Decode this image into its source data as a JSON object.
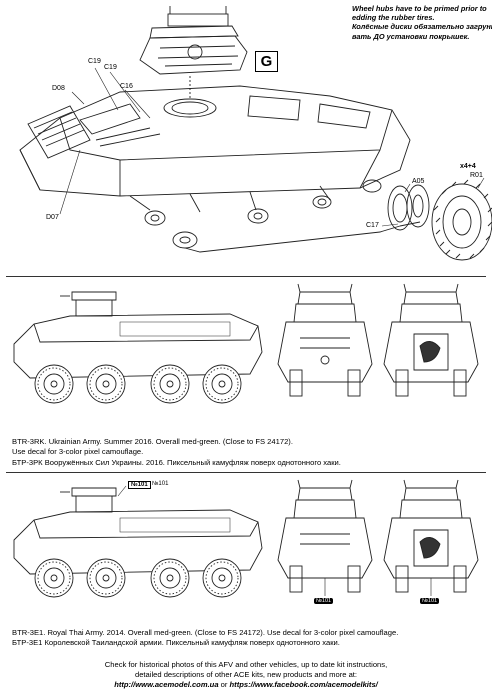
{
  "top_section": {
    "note_lines": [
      "Wheel hubs have to be primed prior to",
      "edding the rubber tires.",
      "Колёсные диски обязательно загрунто-",
      "вать ДО установки покрышек."
    ],
    "step_label": "G",
    "part_labels": {
      "c19a": "C19",
      "c19b": "C19",
      "d08": "D08",
      "c16": "C16",
      "d07": "D07",
      "a05": "A05",
      "r01": "R01",
      "c17": "C17",
      "qty": "x4+4"
    }
  },
  "variant_1": {
    "caption_lines": [
      "BTR-3RK. Ukrainian Army. Summer 2016. Overall med-green. (Close to FS 24172).",
      "Use decal for 3-color pixel camouflage.",
      "БТР-3РК Вооружённых Сил Украины. 2016. Пиксельный камуфляж поверх однотонного хаки."
    ]
  },
  "variant_2": {
    "decal_labels": {
      "turret": "№101",
      "side": "№101",
      "front": "№101",
      "rear": "№101"
    },
    "caption_lines": [
      "BTR-3E1. Royal Thai Army. 2014. Overall med-green. (Close to FS 24172). Use decal for 3-color pixel camouflage.",
      "БТР-3Е1 Королевской Таиландской армии. Пиксельный камуфляж поверх однотонного хаки."
    ]
  },
  "footer": {
    "line1": "Check for historical photos of this AFV and  other vehicles, up to date kit instructions,",
    "line2": "detailed descriptions of other ACE kits, new products and more at:",
    "url1": "http://www.acemodel.com.ua",
    "or": " or ",
    "url2": "https://www.facebook.com/acemodelkits/"
  }
}
